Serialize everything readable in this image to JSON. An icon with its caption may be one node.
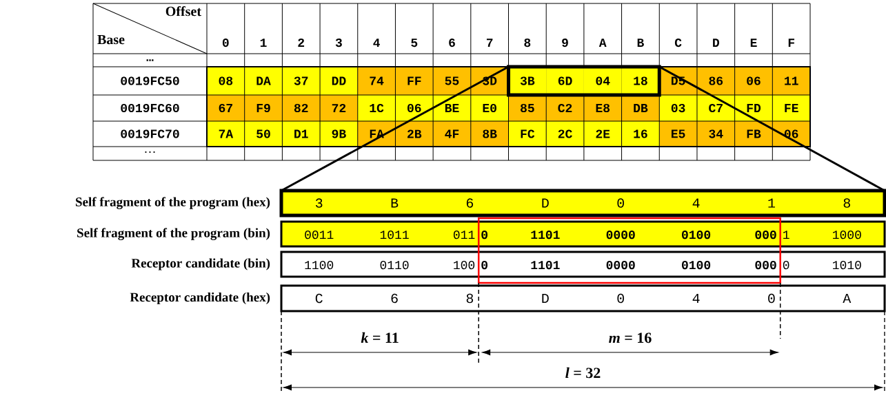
{
  "diagram": {
    "nodes": [
      {
        "text": [
          "3B",
          "6D",
          "04",
          "18"
        ]
      },
      {
        "text": [
          "3",
          "B",
          "6",
          "D",
          "0",
          "4",
          "1",
          "8"
        ],
        "beside": [
          "Self fragment of the program (hex)"
        ]
      },
      {
        "text": [
          "0011",
          "1011",
          "011",
          "0",
          "1101",
          "0000",
          "0100",
          "000",
          "1",
          "1000"
        ],
        "beside": [
          "Self fragment of the program (bin)"
        ]
      },
      {
        "text": [
          "1100",
          "0110",
          "100",
          "0",
          "1101",
          "0000",
          "0100",
          "000",
          "0",
          "1010"
        ],
        "beside": [
          "Receptor candidate (bin)"
        ]
      },
      {
        "text": [
          "C",
          "6",
          "8",
          "D",
          "0",
          "4",
          "0",
          "A"
        ],
        "beside": [
          "Receptor candidate (hex)"
        ]
      }
    ],
    "edges": [
      {
        "from": 0,
        "to": 1,
        "arrow": "none"
      },
      {
        "from": 0,
        "to": 1,
        "arrow": "none"
      }
    ],
    "labels": [
      "Offset",
      "Base",
      "0",
      "1",
      "2",
      "3",
      "4",
      "5",
      "6",
      "7",
      "8",
      "9",
      "A",
      "B",
      "C",
      "D",
      "E",
      "F",
      "…",
      "0019FC50",
      "08",
      "DA",
      "37",
      "DD",
      "74",
      "FF",
      "55",
      "3D",
      "D5",
      "86",
      "06",
      "11",
      "0019FC60",
      "67",
      "F9",
      "82",
      "72",
      "1C",
      "06",
      "BE",
      "E0",
      "85",
      "C2",
      "E8",
      "DB",
      "03",
      "C7",
      "FD",
      "FE",
      "0019FC70",
      "7A",
      "50",
      "D1",
      "9B",
      "FA",
      "2B",
      "4F",
      "8B",
      "FC",
      "2C",
      "2E",
      "16",
      "E5",
      "34",
      "FB",
      "06",
      "…",
      "*k* = 11",
      "*m* = 16",
      "*l* = 32"
    ]
  }
}
